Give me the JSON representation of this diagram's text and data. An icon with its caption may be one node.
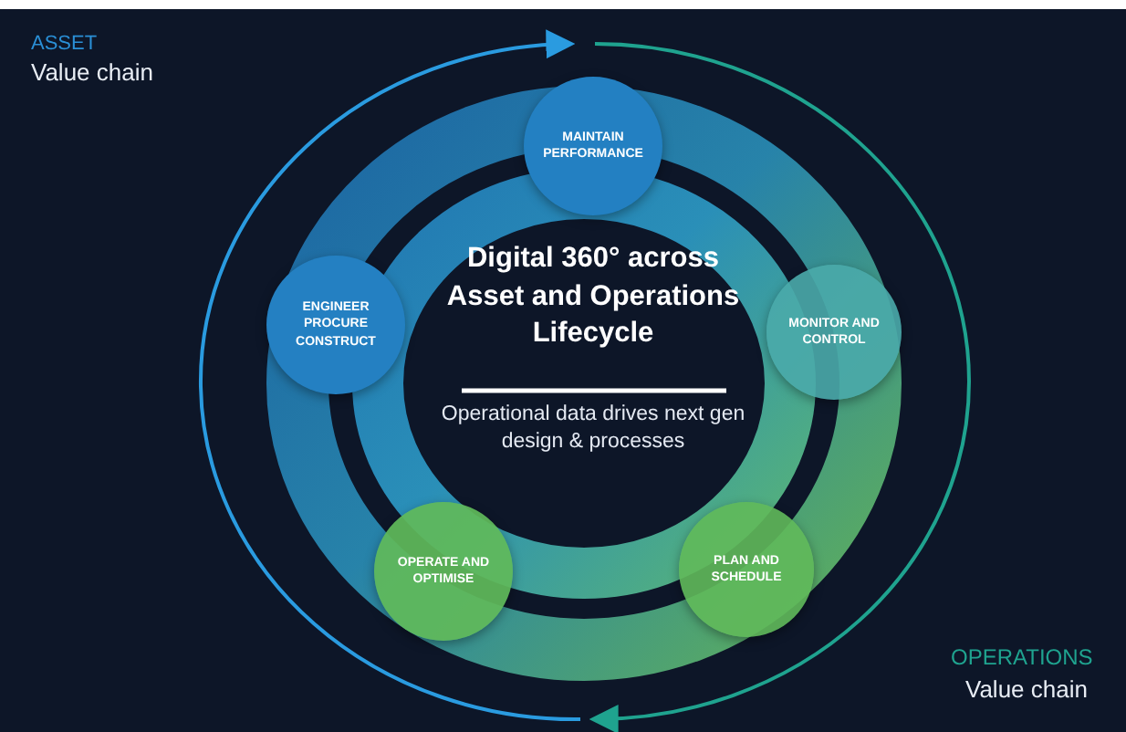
{
  "diagram": {
    "nodes": [
      {
        "text": [
          "MAINTAIN PERFORMANCE"
        ]
      },
      {
        "text": [
          "ENGINEER PROCURE CONSTRUCT"
        ]
      },
      {
        "text": [
          "MONITOR AND CONTROL"
        ]
      },
      {
        "text": [
          "OPERATE AND OPTIMISE"
        ]
      },
      {
        "text": [
          "PLAN AND SCHEDULE"
        ]
      },
      {
        "text": [
          "Digital 360° across Asset and Operations Lifecycle",
          "Operational data drives next gen design & processes"
        ]
      }
    ],
    "labels": [
      "ASSET",
      "Value chain",
      "OPERATIONS",
      "Value chain"
    ]
  }
}
